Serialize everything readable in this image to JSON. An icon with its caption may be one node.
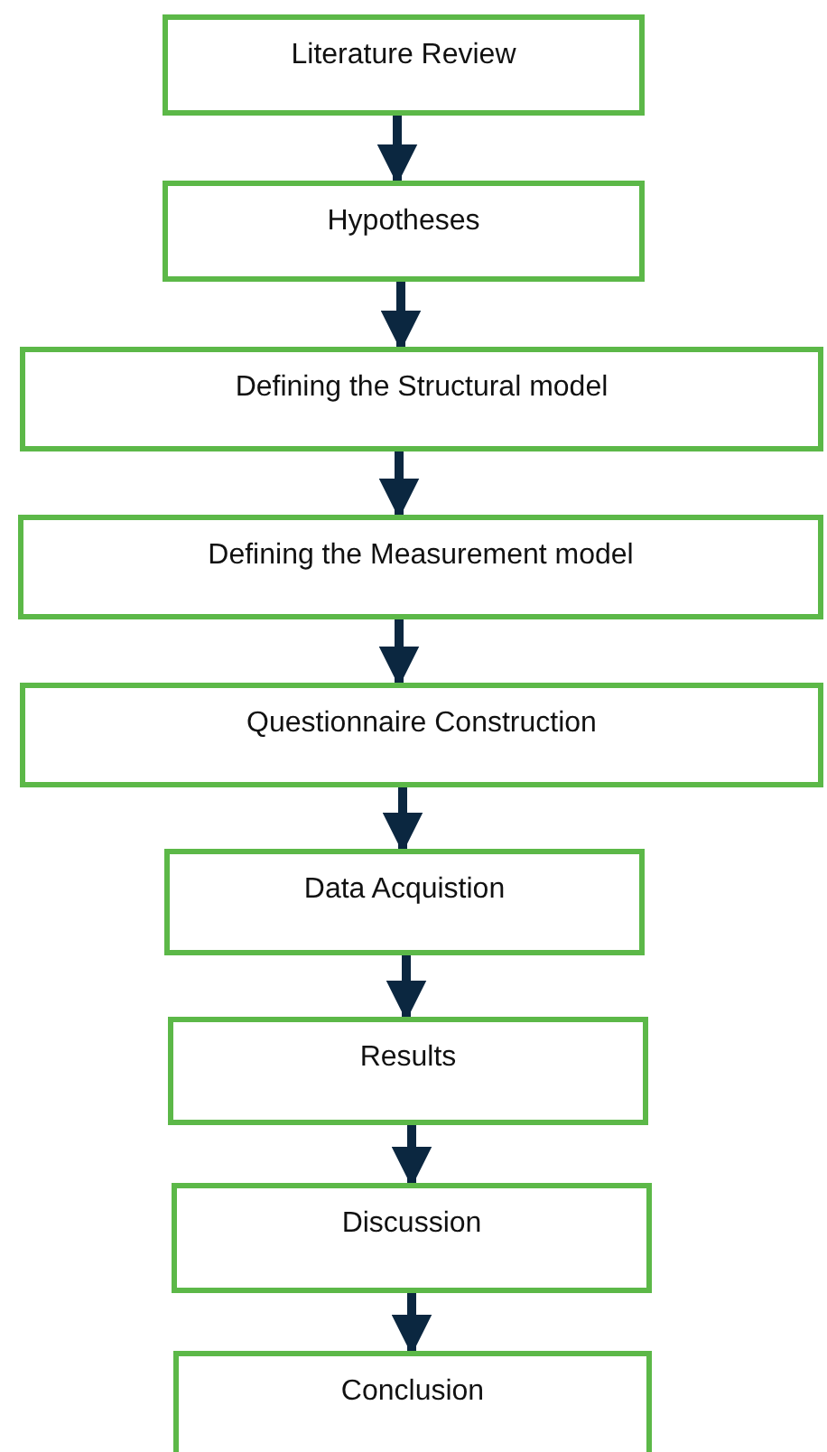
{
  "diagram": {
    "nodes": [
      {
        "text": [
          "Literature Review"
        ]
      },
      {
        "text": [
          "Hypotheses"
        ]
      },
      {
        "text": [
          "Defining the Structural model"
        ]
      },
      {
        "text": [
          "Defining the Measurement model"
        ]
      },
      {
        "text": [
          "Questionnaire Construction"
        ]
      },
      {
        "text": [
          "Data Acquistion"
        ]
      },
      {
        "text": [
          "Results"
        ]
      },
      {
        "text": [
          "Discussion"
        ]
      },
      {
        "text": [
          "Conclusion"
        ]
      }
    ],
    "edges": [
      {
        "from": 0,
        "to": 1,
        "arrow": "to"
      },
      {
        "from": 1,
        "to": 2,
        "arrow": "to"
      },
      {
        "from": 2,
        "to": 3,
        "arrow": "to"
      },
      {
        "from": 3,
        "to": 4,
        "arrow": "to"
      },
      {
        "from": 4,
        "to": 5,
        "arrow": "to"
      },
      {
        "from": 5,
        "to": 6,
        "arrow": "to"
      },
      {
        "from": 6,
        "to": 7,
        "arrow": "to"
      },
      {
        "from": 7,
        "to": 8,
        "arrow": "to"
      }
    ]
  }
}
